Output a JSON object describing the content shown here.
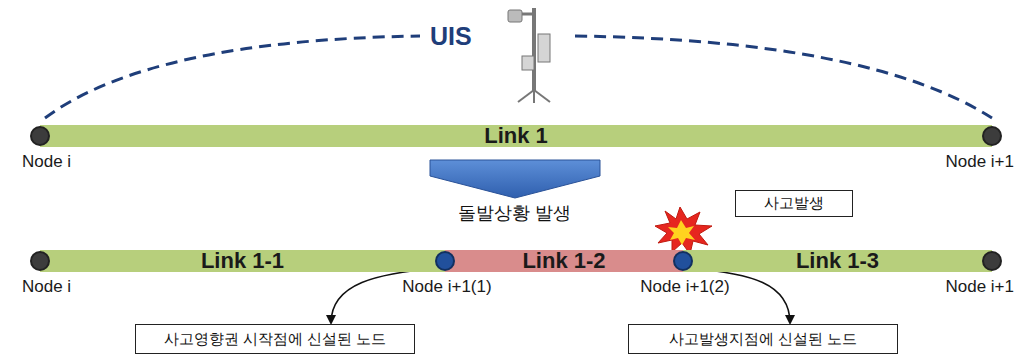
{
  "diagram": {
    "nodes": [
      {
        "text": [
          "Node i"
        ]
      },
      {
        "text": [
          "Link 1"
        ]
      },
      {
        "text": [
          "Node i+1"
        ]
      },
      {
        "text": [
          "Node i"
        ]
      },
      {
        "text": [
          "Link 1-1"
        ]
      },
      {
        "text": [
          "Node i+1(1)"
        ]
      },
      {
        "text": [
          "Link 1-2"
        ]
      },
      {
        "text": [
          "Node i+1(2)"
        ]
      },
      {
        "text": [
          "Link 1-3"
        ]
      },
      {
        "text": [
          "Node i+1"
        ]
      },
      {
        "text": [
          "사고영향권 시작점에 신설된 노드"
        ]
      },
      {
        "text": [
          "사고발생지점에 신설된 노드"
        ]
      },
      {
        "text": [
          "사고발생"
        ]
      }
    ],
    "edges": [
      {
        "from": 5,
        "to": 10,
        "arrow": "to"
      },
      {
        "from": 7,
        "to": 11,
        "arrow": "to"
      }
    ],
    "labels": [
      "UIS",
      "돌발상황 발생"
    ]
  }
}
